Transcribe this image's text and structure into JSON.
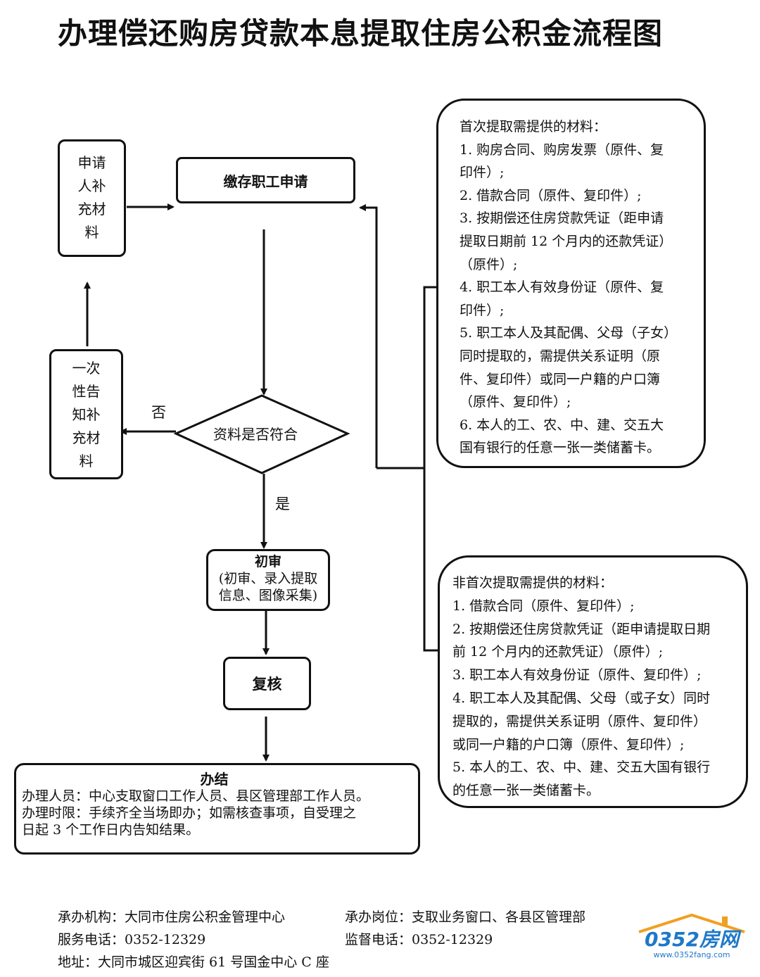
{
  "title": "办理偿还购房贷款本息提取住房公积金流程图",
  "nodes": {
    "apply": "缴存职工申请",
    "supplement_apply": [
      "申请",
      "人补",
      "充材",
      "料"
    ],
    "one_time_notice": [
      "一次",
      "性告",
      "知补",
      "充材",
      "料"
    ],
    "decision": "资料是否符合",
    "no_label": "否",
    "yes_label": "是",
    "initial_review": {
      "title": "初审",
      "lines": [
        "(初审、录入提取",
        "信息、图像采集)"
      ]
    },
    "recheck": "复核",
    "finish": {
      "title": "办结",
      "lines": [
        "办理人员：中心支取窗口工作人员、县区管理部工作人员。",
        "办理时限：手续齐全当场即办；如需核查事项，自受理之",
        "日起 3 个工作日内告知结果。"
      ]
    }
  },
  "first_materials": {
    "heading": "首次提取需提供的材料：",
    "lines": [
      "1. 购房合同、购房发票（原件、复",
      "印件）;",
      "2. 借款合同（原件、复印件）;",
      "3. 按期偿还住房贷款凭证（距申请",
      "提取日期前 12 个月内的还款凭证）",
      "（原件）;",
      "4. 职工本人有效身份证（原件、复",
      "印件）;",
      "5. 职工本人及其配偶、父母（子女）",
      "同时提取的，需提供关系证明（原",
      "件、复印件）或同一户籍的户口簿",
      "（原件、复印件）;",
      "6. 本人的工、农、中、建、交五大",
      "国有银行的任意一张一类储蓄卡。"
    ]
  },
  "non_first_materials": {
    "heading": "非首次提取需提供的材料：",
    "lines": [
      "1. 借款合同（原件、复印件）;",
      "2. 按期偿还住房贷款凭证（距申请提取日期",
      "前 12 个月内的还款凭证）（原件）;",
      "3. 职工本人有效身份证（原件、复印件）;",
      "4. 职工本人及其配偶、父母（或子女）同时",
      "提取的，需提供关系证明（原件、复印件）",
      "或同一户籍的户口簿（原件、复印件）;",
      "5. 本人的工、农、中、建、交五大国有银行",
      "的任意一张一类储蓄卡。"
    ]
  },
  "footer": {
    "agency": "承办机构：大同市住房公积金管理中心",
    "post": "承办岗位：支取业务窗口、各县区管理部",
    "service_phone": "服务电话：0352-12329",
    "supervise_phone": "监督电话：0352-12329",
    "address": "地址：大同市城区迎宾街 61 号国金中心 C 座"
  },
  "watermark": {
    "logo": "0352房网",
    "url": "www.0352fang.com"
  },
  "colors": {
    "line": "#111111",
    "watermark_orange": "#f0a020",
    "watermark_blue": "#1f78c8"
  }
}
